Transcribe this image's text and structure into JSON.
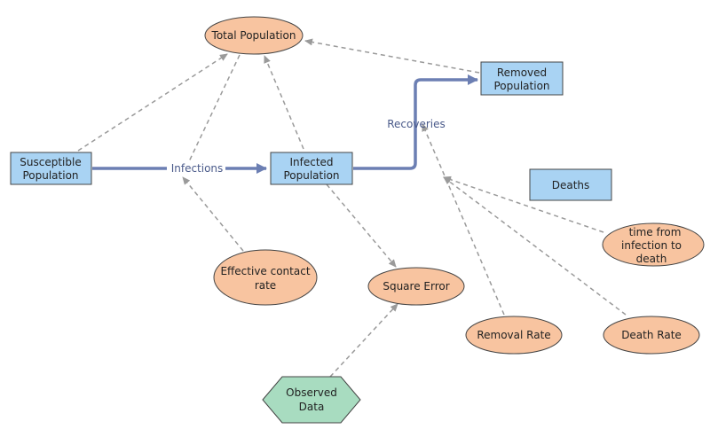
{
  "nodes": {
    "total_population": "Total Population",
    "removed_population": [
      "Removed",
      "Population"
    ],
    "susceptible_population": [
      "Susceptible",
      "Population"
    ],
    "infected_population": [
      "Infected",
      "Population"
    ],
    "deaths": "Deaths",
    "time_from_infection": [
      "time from",
      "infection to",
      "death"
    ],
    "effective_contact_rate": [
      "Effective contact",
      "rate"
    ],
    "square_error": "Square Error",
    "removal_rate": "Removal Rate",
    "death_rate": "Death Rate",
    "observed_data": [
      "Observed",
      "Data"
    ]
  },
  "flows": {
    "infections": "Infections",
    "recoveries": "Recoveries"
  },
  "colors": {
    "stock": "#a9d3f3",
    "variable": "#f8c4a0",
    "data": "#a8dcc0",
    "flow": "#6c7fb3",
    "link": "#9a9a9a"
  }
}
